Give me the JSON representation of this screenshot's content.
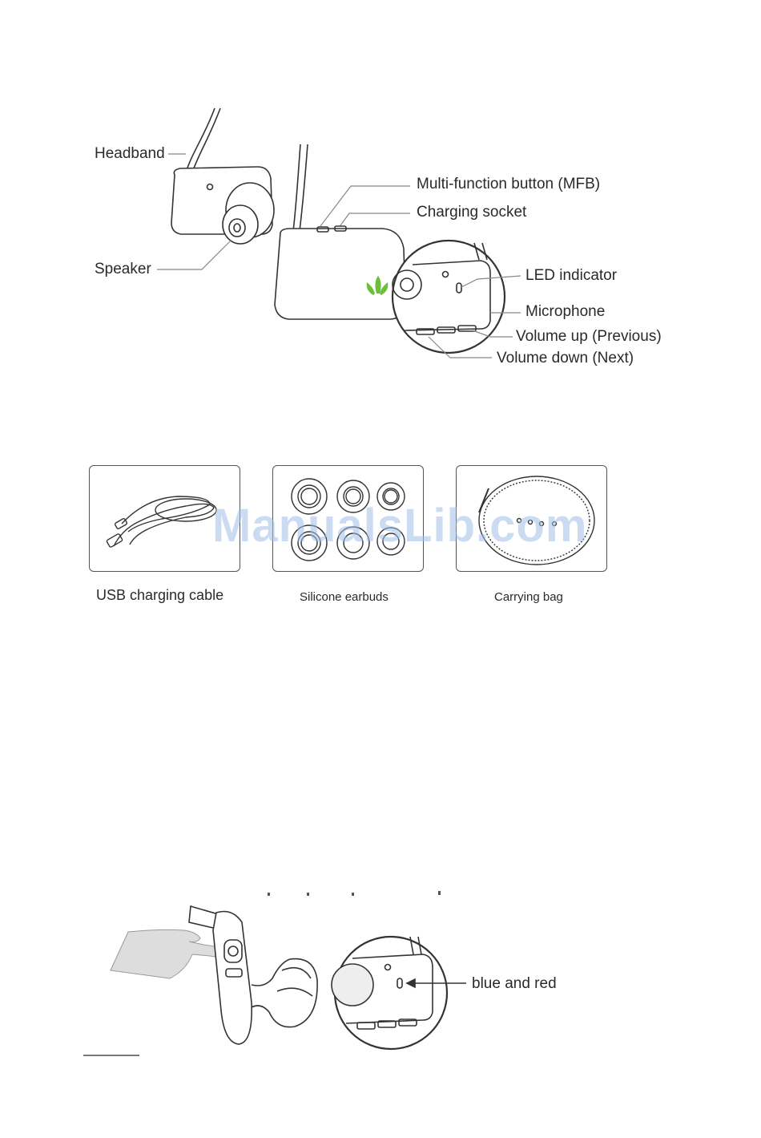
{
  "diagram1": {
    "labels": {
      "headband": "Headband",
      "speaker": "Speaker",
      "mfb": "Multi-function button (MFB)",
      "charging_socket": "Charging socket",
      "led_indicator": "LED indicator",
      "microphone": "Microphone",
      "volume_up": "Volume up (Previous)",
      "volume_down": "Volume down (Next)"
    }
  },
  "accessories": [
    {
      "label": "USB charging cable"
    },
    {
      "label": "Silicone earbuds"
    },
    {
      "label": "Carrying bag"
    }
  ],
  "watermark": "ManualsLib.com",
  "diagram2": {
    "led_label": "blue and red"
  }
}
